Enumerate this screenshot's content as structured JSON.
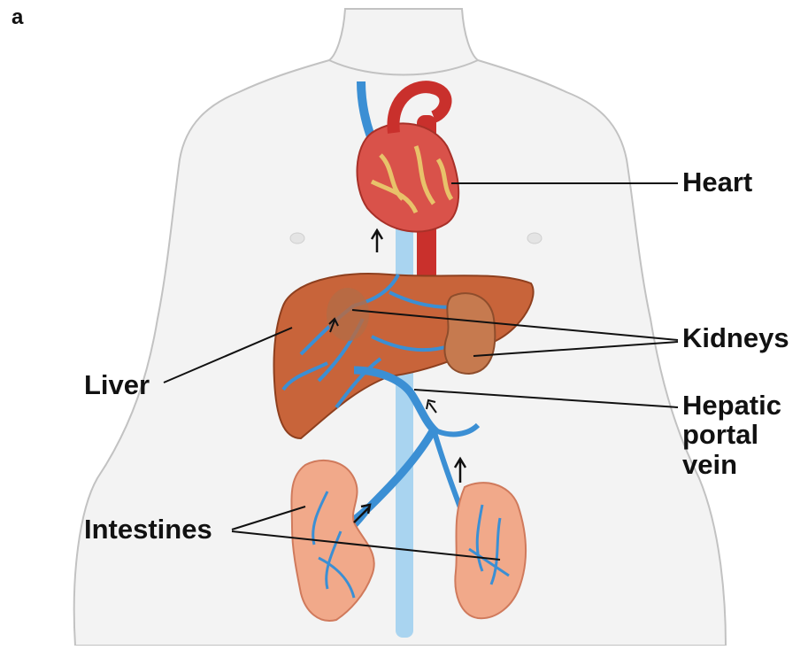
{
  "panel_letter": "a",
  "labels": {
    "heart": "Heart",
    "kidneys": "Kidneys",
    "liver": "Liver",
    "hepatic_line1": "Hepatic",
    "hepatic_line2": "portal",
    "hepatic_line3": "vein",
    "intestines": "Intestines"
  },
  "colors": {
    "body_fill": "#f2f2f2",
    "body_outline": "#b9b9b9",
    "vein": "#3b8fd4",
    "vein_light": "#a9d4f0",
    "heart": "#d9524a",
    "heart_vessels": "#e8c26a",
    "aorta": "#c9302c",
    "liver": "#c8643a",
    "kidney": "#c67a4f",
    "intestine": "#f1a98a"
  }
}
